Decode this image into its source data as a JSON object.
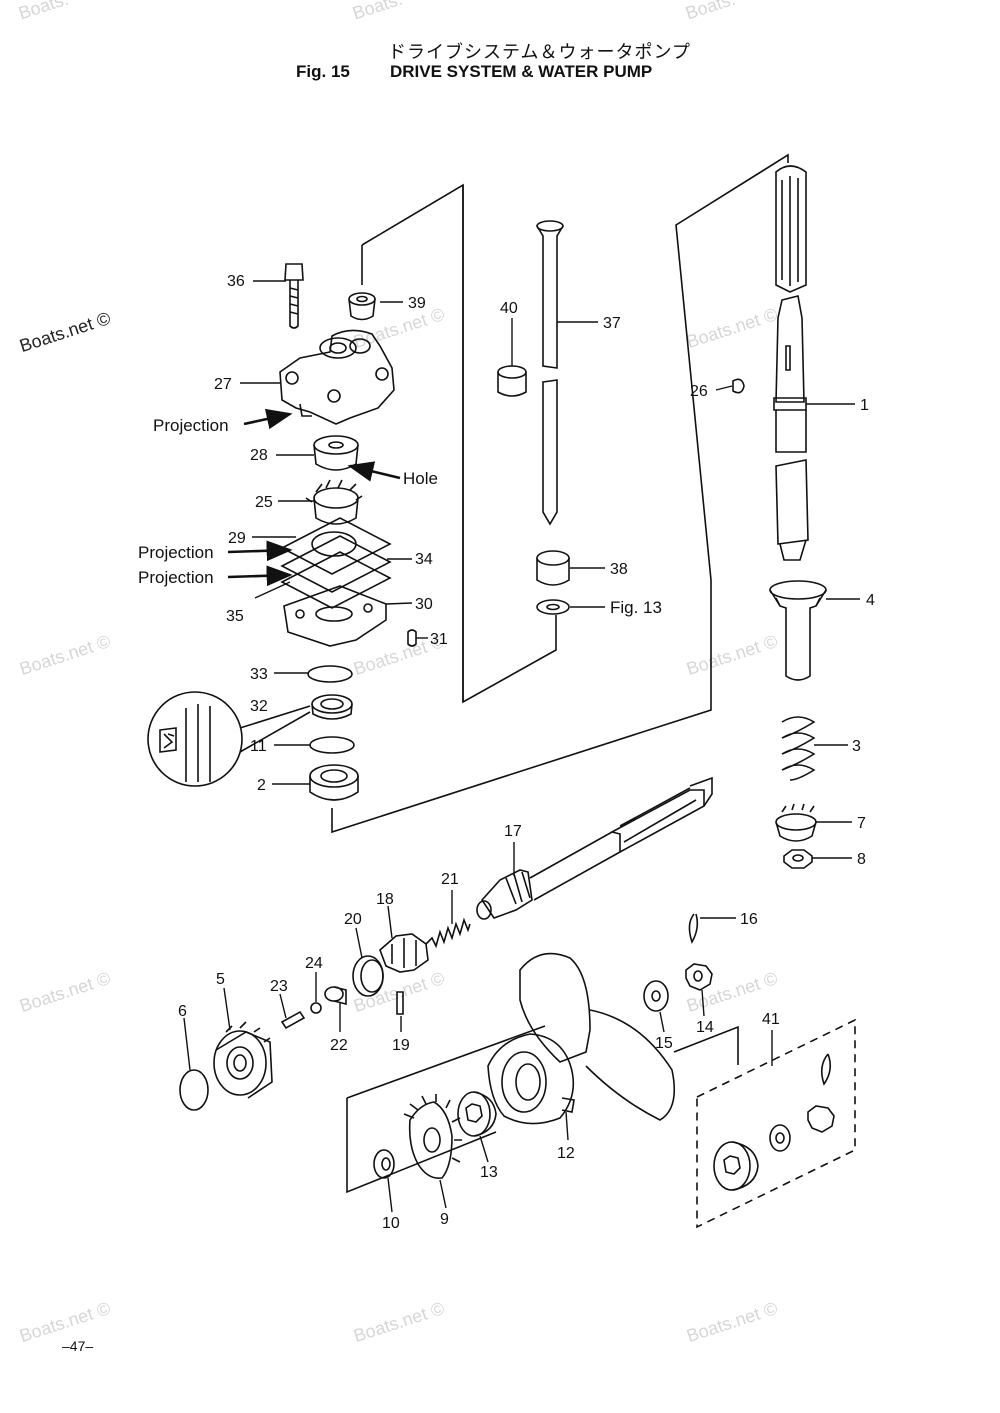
{
  "header": {
    "title_jp": "ドライブシステム＆ウォータポンプ",
    "fig_label": "Fig. 15",
    "title_en": "DRIVE SYSTEM & WATER PUMP"
  },
  "page_number": "–47–",
  "watermark": {
    "text": "Boats.net ©",
    "text_short": "Boats."
  },
  "callouts": {
    "n1": "1",
    "n2": "2",
    "n3": "3",
    "n4": "4",
    "n5": "5",
    "n6": "6",
    "n7": "7",
    "n8": "8",
    "n9": "9",
    "n10": "10",
    "n11": "11",
    "n12": "12",
    "n13": "13",
    "n14": "14",
    "n15": "15",
    "n16": "16",
    "n17": "17",
    "n18": "18",
    "n19": "19",
    "n20": "20",
    "n21": "21",
    "n22": "22",
    "n23": "23",
    "n24": "24",
    "n25": "25",
    "n26": "26",
    "n27": "27",
    "n28": "28",
    "n29": "29",
    "n30": "30",
    "n31": "31",
    "n32": "32",
    "n33": "33",
    "n34": "34",
    "n35": "35",
    "n36": "36",
    "n37": "37",
    "n38": "38",
    "n39": "39",
    "n40": "40",
    "n41": "41"
  },
  "annotations": {
    "projection_1": "Projection",
    "projection_2": "Projection",
    "projection_3": "Projection",
    "hole": "Hole",
    "fig_ref": "Fig. 13"
  },
  "colors": {
    "line": "#111111",
    "watermark": "#d6d6d6"
  }
}
